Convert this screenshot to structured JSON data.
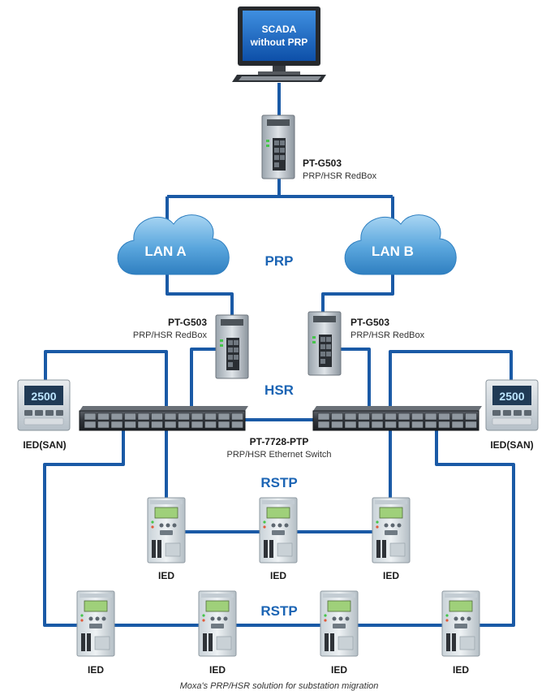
{
  "scada": {
    "line1": "SCADA",
    "line2": "without PRP"
  },
  "top_redbox": {
    "model": "PT-G503",
    "desc": "PRP/HSR RedBox"
  },
  "left_redbox": {
    "model": "PT-G503",
    "desc": "PRP/HSR RedBox"
  },
  "right_redbox": {
    "model": "PT-G503",
    "desc": "PRP/HSR RedBox"
  },
  "lan_a": "LAN A",
  "lan_b": "LAN B",
  "labels": {
    "prp": "PRP",
    "hsr": "HSR",
    "rstp1": "RSTP",
    "rstp2": "RSTP"
  },
  "switch": {
    "model": "PT-7728-PTP",
    "desc": "PRP/HSR Ethernet Switch"
  },
  "ied_san_left": {
    "label": "IED(SAN)",
    "display": "2500"
  },
  "ied_san_right": {
    "label": "IED(SAN)",
    "display": "2500"
  },
  "ied_row1": [
    "IED",
    "IED",
    "IED"
  ],
  "ied_row2": [
    "IED",
    "IED",
    "IED",
    "IED"
  ],
  "caption": "Moxa's PRP/HSR solution for substation migration",
  "colors": {
    "link": "#1a5aa6",
    "accent_text": "#1b64b4",
    "cloud": "#5aa6dd"
  }
}
